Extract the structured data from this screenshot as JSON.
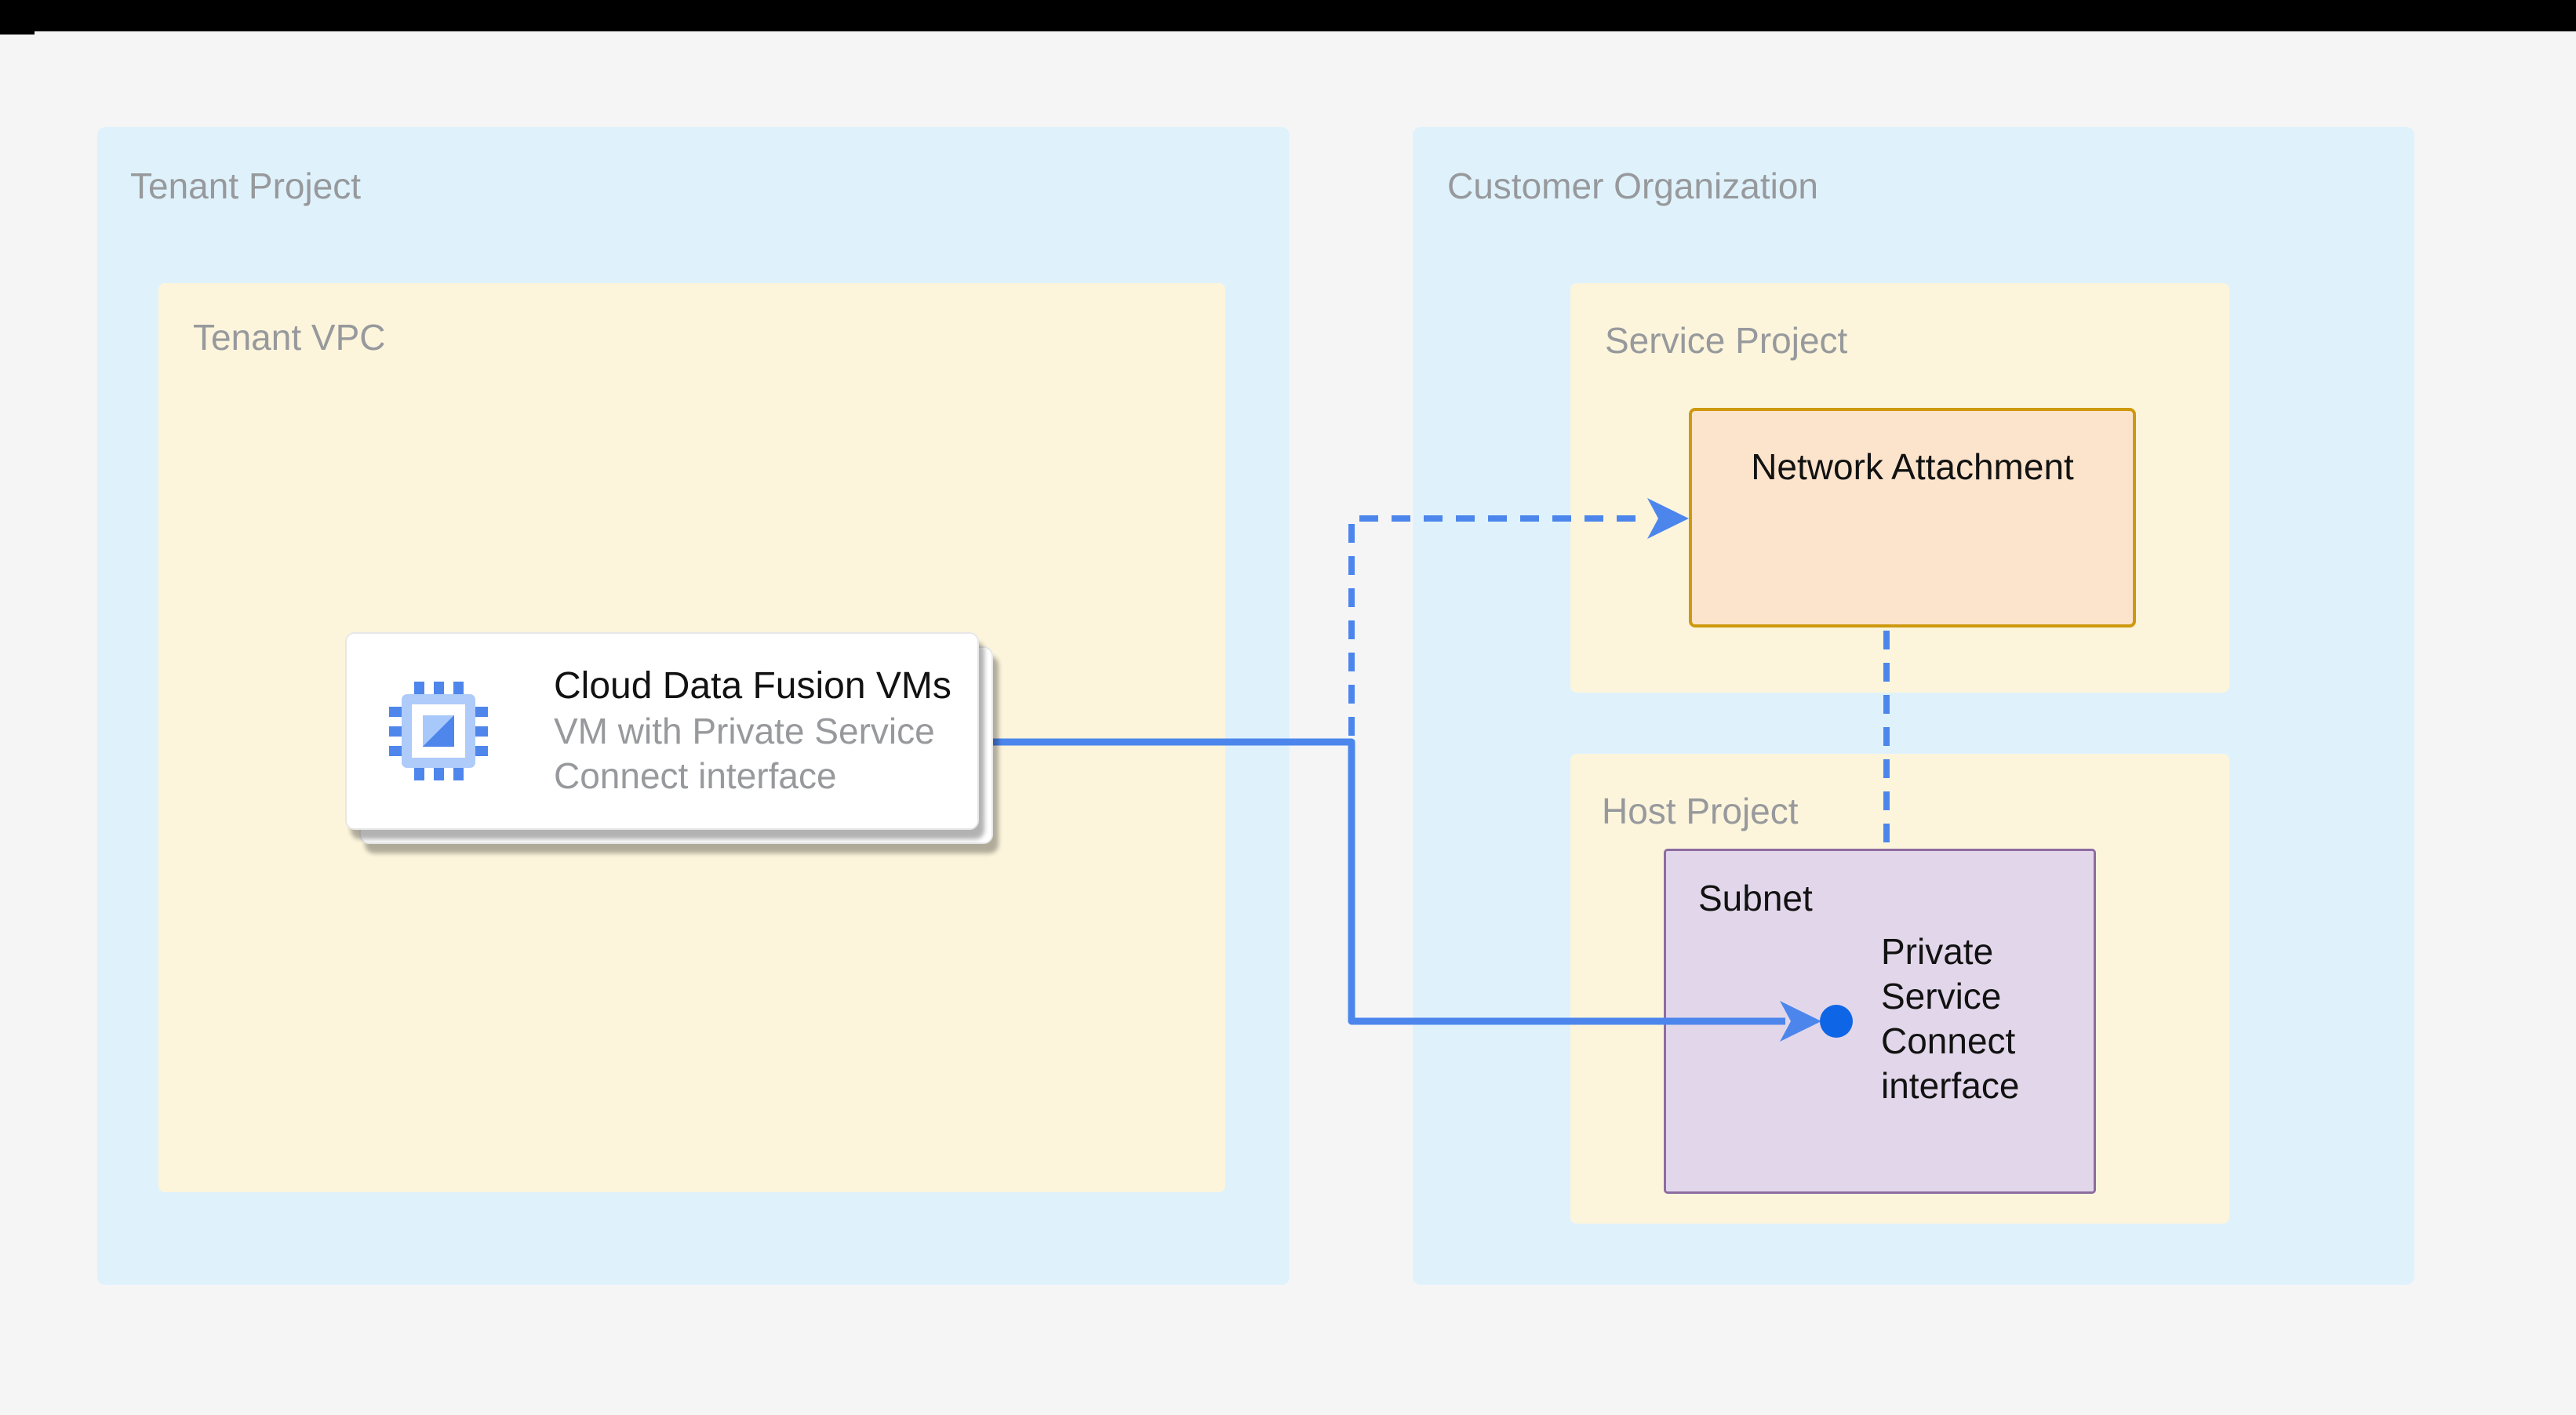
{
  "colors": {
    "page_bg": "#f5f5f6",
    "topbar": "#000000",
    "panel_blue": "#dff2fc",
    "panel_yellow": "#fcf5dc",
    "attachment_fill": "#fce4cc",
    "attachment_border": "#ce990f",
    "subnet_fill": "#e2d7ea",
    "subnet_border": "#8d6ca0",
    "line_blue": "#4c86ec",
    "dot_blue": "#0e66e6",
    "label_gray": "#97999c",
    "text_black": "#121212"
  },
  "tenant_project": {
    "label": "Tenant Project",
    "vpc": {
      "label": "Tenant VPC",
      "card": {
        "icon": "vm-chip-icon",
        "title": "Cloud Data Fusion VMs",
        "subtitle_line1": "VM with Private Service",
        "subtitle_line2": "Connect interface"
      }
    }
  },
  "customer_organization": {
    "label": "Customer Organization",
    "service_project": {
      "label": "Service Project",
      "network_attachment": {
        "label": "Network Attachment"
      }
    },
    "host_project": {
      "label": "Host Project",
      "subnet": {
        "label": "Subnet",
        "psc_lines": [
          "Private",
          "Service",
          "Connect",
          "interface"
        ]
      }
    }
  }
}
